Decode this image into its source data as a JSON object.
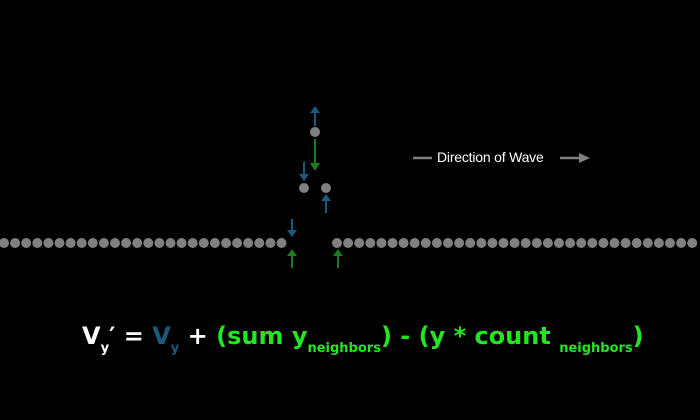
{
  "diagram": {
    "direction_label": "Direction of Wave",
    "formula": {
      "lhs": "V",
      "lhs_sub": "y",
      "lhs_prime": "′",
      "equals": " = ",
      "v": "V",
      "v_sub": "y",
      "plus": " + ",
      "sum_open": "(sum y",
      "sum_sub": "neighbors",
      "sum_close": ")",
      "minus": " - (y * count ",
      "count_sub": "neighbors",
      "close": ")"
    }
  },
  "colors": {
    "background": "#000000",
    "dot": "#808080",
    "arrow_blue": "#1a5a7e",
    "arrow_green": "#1e7a1e",
    "formula_green": "#22e622",
    "arrow_gray": "#808080"
  }
}
